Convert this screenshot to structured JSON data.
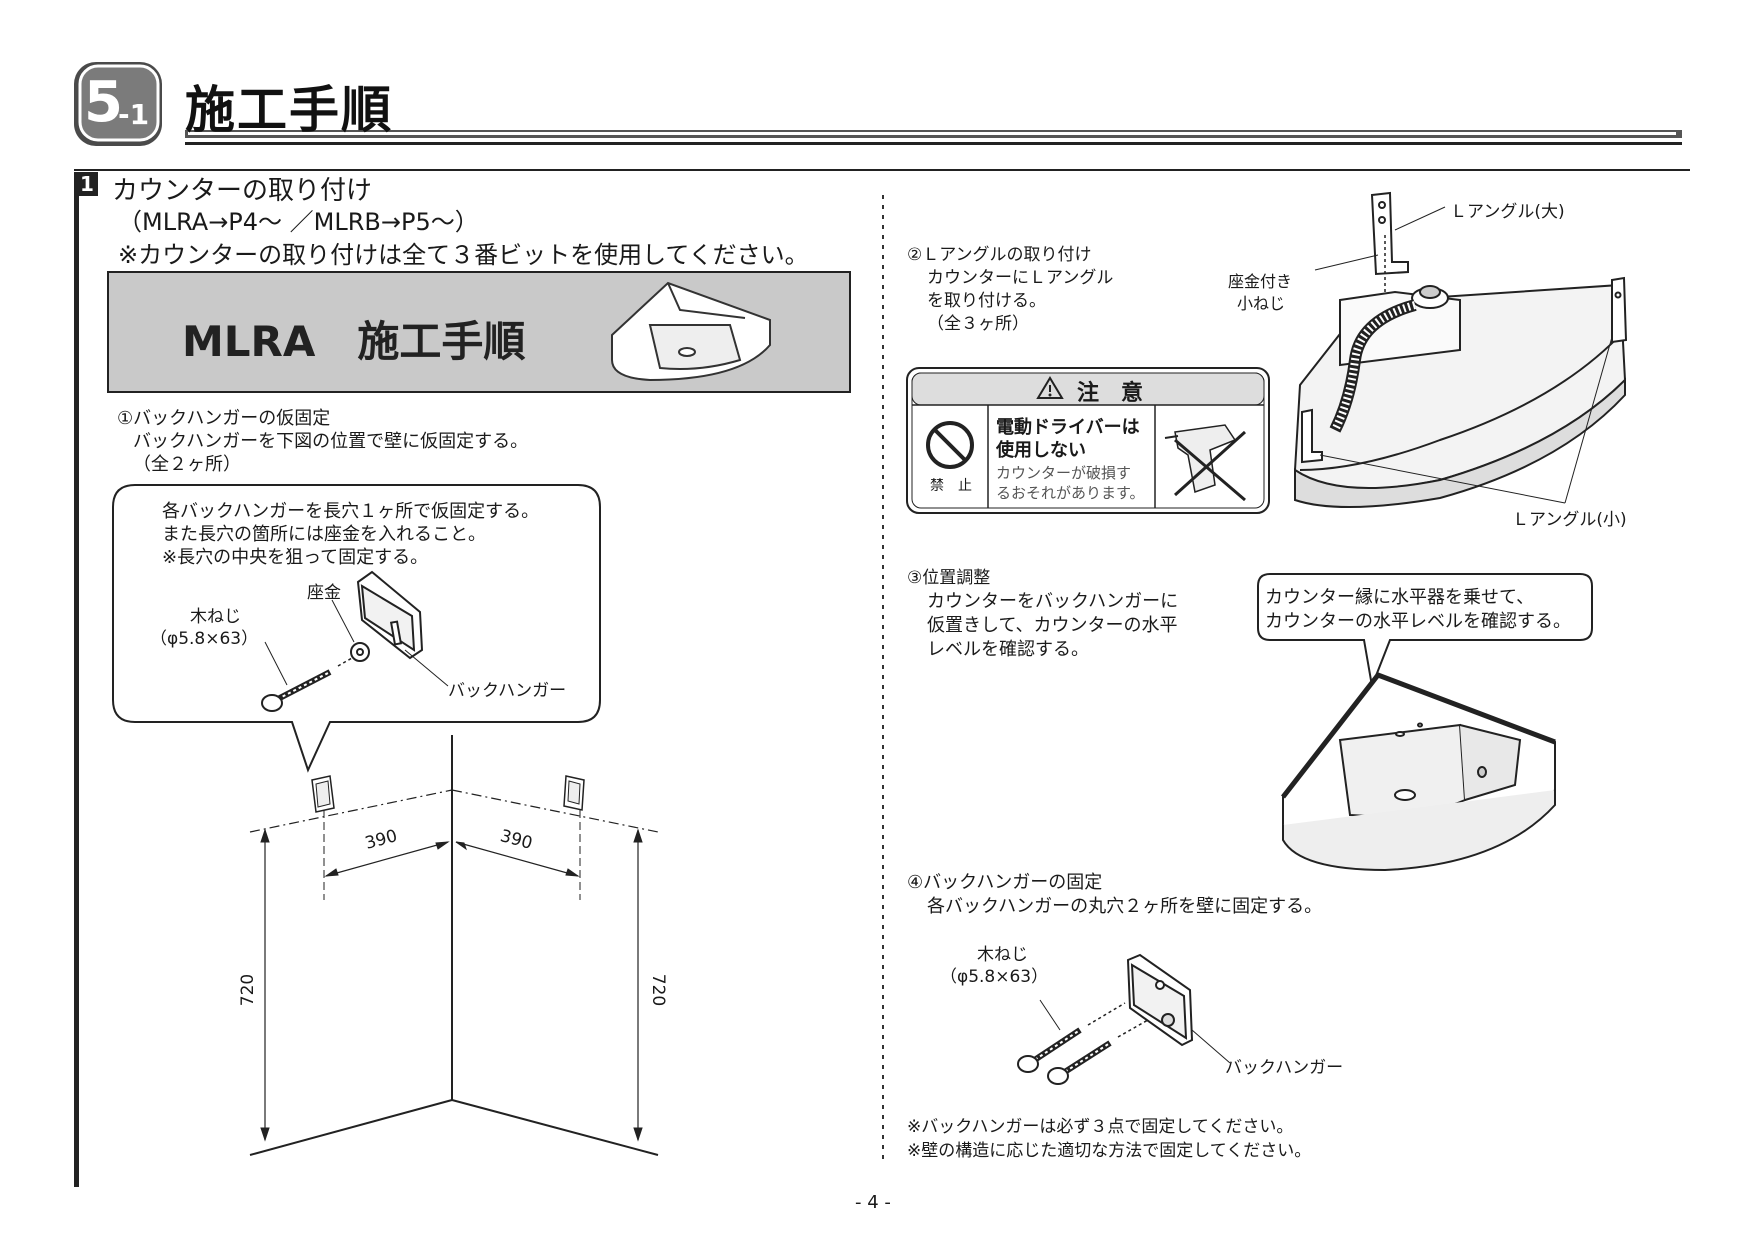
{
  "header": {
    "section_number": "5",
    "section_sub": "-1",
    "title": "施工手順"
  },
  "step1": {
    "marker": "1",
    "title": "カウンターの取り付け",
    "subtitle": "（MLRA→P4～ ／MLRB→P5～）",
    "note": "※カウンターの取り付けは全て３番ビットを使用してください。"
  },
  "banner": {
    "title": "MLRA　施工手順"
  },
  "substep1": {
    "title": "①バックハンガーの仮固定",
    "line1": "バックハンガーを下図の位置で壁に仮固定する。",
    "line2": "（全２ヶ所）"
  },
  "callout1": {
    "line1": "各バックハンガーを長穴１ヶ所で仮固定する。",
    "line2": "また長穴の箇所には座金を入れること。",
    "line3": "※長穴の中央を狙って固定する。"
  },
  "fig1": {
    "screw_label": "木ねじ",
    "screw_spec": "（φ5.8×63）",
    "washer_label": "座金",
    "hanger_label": "バックハンガー"
  },
  "dims": {
    "left_horizontal": "390",
    "right_horizontal": "390",
    "left_vertical": "720",
    "right_vertical": "720"
  },
  "substep2": {
    "title": "②Ｌアングルの取り付け",
    "line1": "カウンターにＬアングル",
    "line2": "を取り付ける。",
    "line3": "（全３ヶ所）"
  },
  "fig2": {
    "l_angle_large": "Ｌアングル(大)",
    "l_angle_small": "Ｌアングル(小)",
    "screw_label1": "座金付き",
    "screw_label2": "小ねじ"
  },
  "caution": {
    "header": "注　意",
    "prohibit_label": "禁　止",
    "main1": "電動ドライバーは",
    "main2": "使用しない",
    "sub1": "カウンターが破損す",
    "sub2": "るおそれがあります。"
  },
  "substep3": {
    "title": "③位置調整",
    "line1": "カウンターをバックハンガーに",
    "line2": "仮置きして、カウンターの水平",
    "line3": "レベルを確認する。"
  },
  "callout2": {
    "line1": "カウンター縁に水平器を乗せて、",
    "line2": "カウンターの水平レベルを確認する。"
  },
  "substep4": {
    "title": "④バックハンガーの固定",
    "line1": "各バックハンガーの丸穴２ヶ所を壁に固定する。"
  },
  "fig4": {
    "screw_label": "木ねじ",
    "screw_spec": "（φ5.8×63）",
    "hanger_label": "バックハンガー"
  },
  "notes": {
    "note1": "※バックハンガーは必ず３点で固定してください。",
    "note2": "※壁の構造に応じた適切な方法で固定してください。"
  },
  "footer": {
    "page_number": "- 4 -"
  }
}
